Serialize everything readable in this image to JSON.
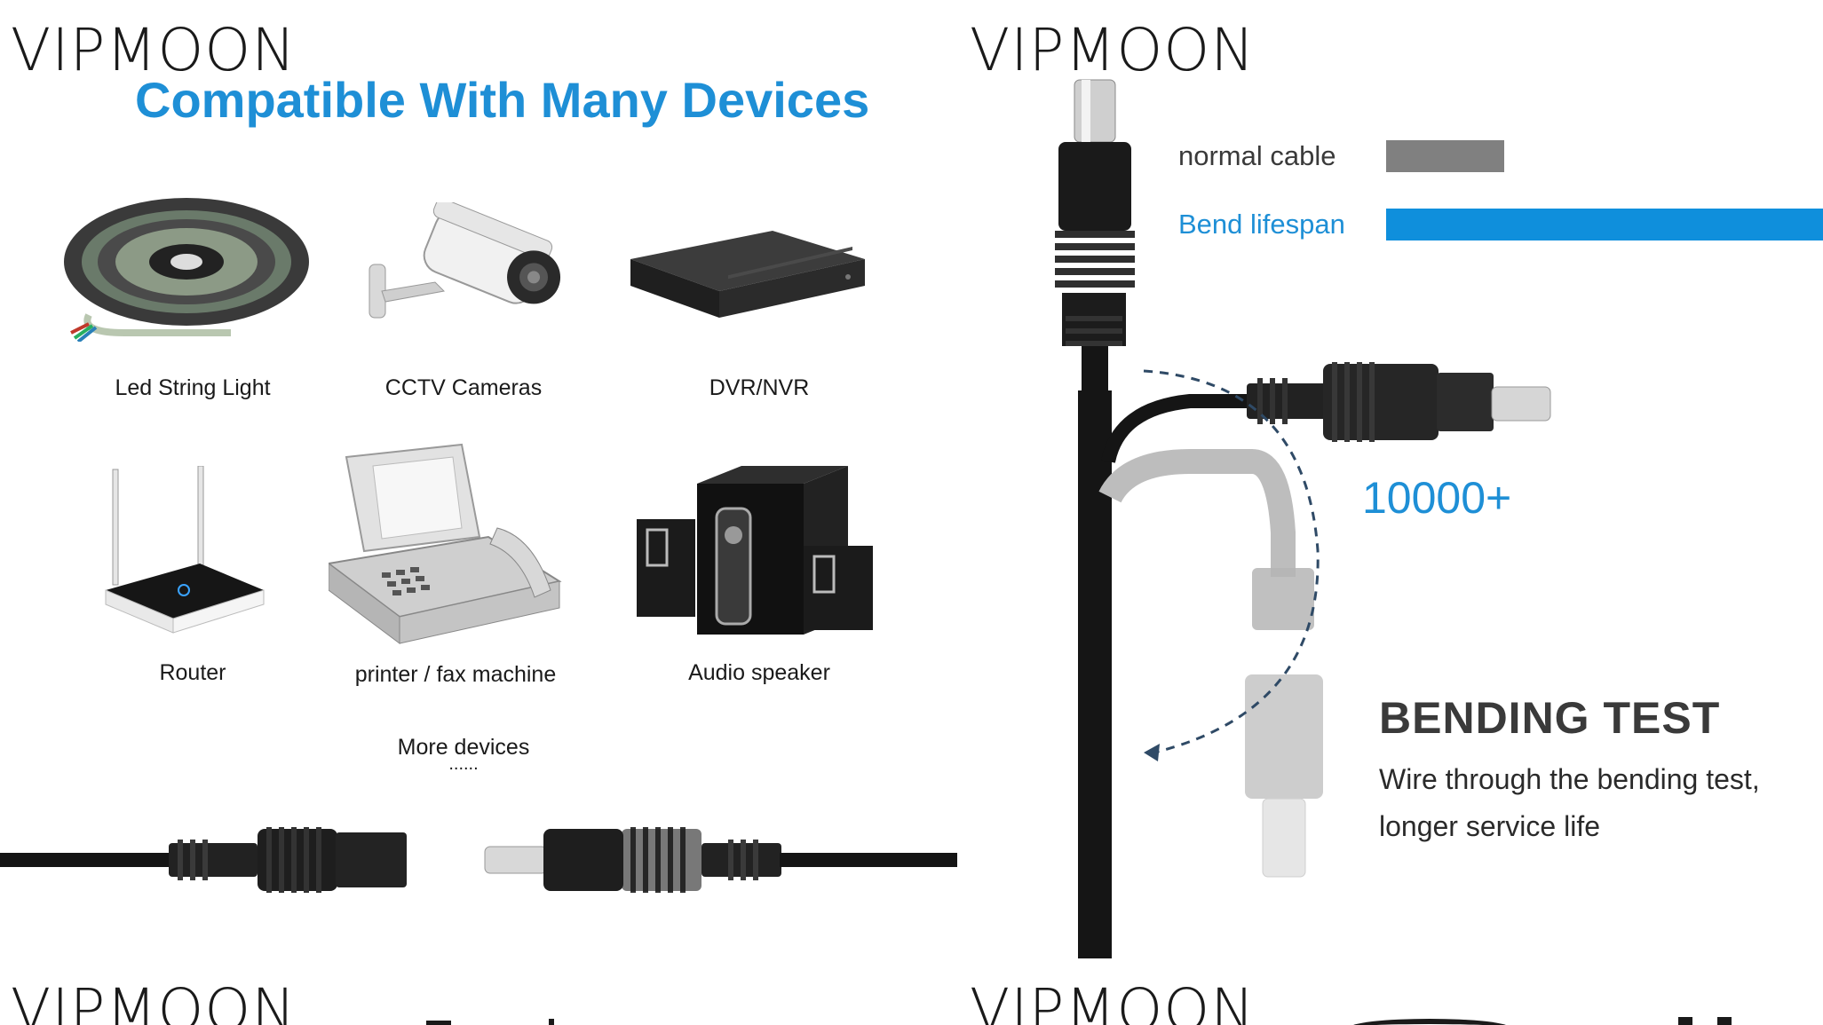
{
  "brand": "VIPMOON",
  "left_panel": {
    "title": "Compatible With Many Devices",
    "devices": [
      {
        "label": "Led String Light",
        "icon": "led-strip-icon"
      },
      {
        "label": "CCTV Cameras",
        "icon": "cctv-camera-icon"
      },
      {
        "label": "DVR/NVR",
        "icon": "dvr-nvr-icon"
      },
      {
        "label": "Router",
        "icon": "router-icon"
      },
      {
        "label": "printer / fax machine",
        "icon": "fax-machine-icon"
      },
      {
        "label": "Audio speaker",
        "icon": "audio-speaker-icon"
      }
    ],
    "more_devices": "More devices",
    "more_dots": "......"
  },
  "right_panel": {
    "legend": {
      "normal_label": "normal cable",
      "bend_label": "Bend lifespan",
      "normal_color": "#808080",
      "bend_color": "#0f8fdc"
    },
    "count": "10000+",
    "test_title": "BENDING TEST",
    "test_line1": "Wire through the bending test,",
    "test_line2": "longer service life"
  },
  "colors": {
    "accent_blue": "#1e8fd6",
    "cable_black": "#151515"
  }
}
